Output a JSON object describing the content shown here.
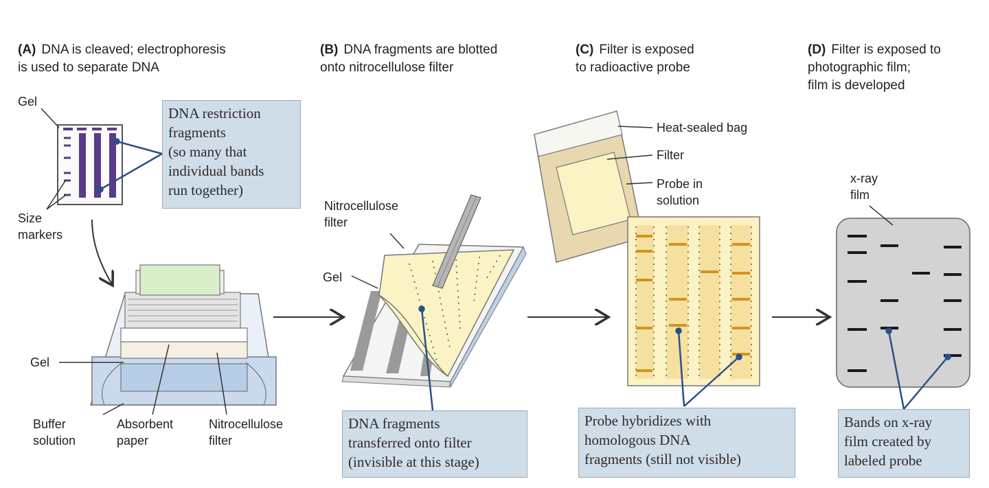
{
  "steps": [
    {
      "letter": "(A)",
      "title": "DNA is cleaved; electrophoresis\nis used to separate DNA"
    },
    {
      "letter": "(B)",
      "title": "DNA fragments are blotted\nonto nitrocellulose filter"
    },
    {
      "letter": "(C)",
      "title": "Filter is exposed\nto radioactive probe"
    },
    {
      "letter": "(D)",
      "title": "Filter is exposed to\nphotographic film;\nfilm is developed"
    }
  ],
  "labels": {
    "gel_top": "Gel",
    "size_markers": "Size\nmarkers",
    "gel_tray": "Gel",
    "buffer_solution": "Buffer\nsolution",
    "absorbent_paper": "Absorbent\npaper",
    "nitrocellulose_filter_a": "Nitrocellulose\nfilter",
    "nitrocellulose_filter_b": "Nitrocellulose\nfilter",
    "gel_b": "Gel",
    "heat_sealed_bag": "Heat-sealed bag",
    "filter_c": "Filter",
    "probe_in_solution": "Probe in\nsolution",
    "xray_film": "x-ray\nfilm"
  },
  "callouts": {
    "restriction_fragments": "DNA restriction\nfragments\n(so many that\nindividual bands\nrun together)",
    "transferred": "DNA fragments\ntransferred onto filter\n(invisible at this stage)",
    "hybridizes": "Probe hybridizes with\nhomologous DNA\nfragments (still not visible)",
    "bands": "Bands on x-ray\nfilm created by\nlabeled probe"
  },
  "colors": {
    "callout_fill": "#cfdde9",
    "lane_purple": "#5a3b86",
    "filter_yellow": "#fbf3c3",
    "probe_orange": "#d4921c",
    "film_gray": "#d3d3d3",
    "buffer_blue": "#c9d9ee",
    "pointer_blue": "#2a4f8a"
  }
}
